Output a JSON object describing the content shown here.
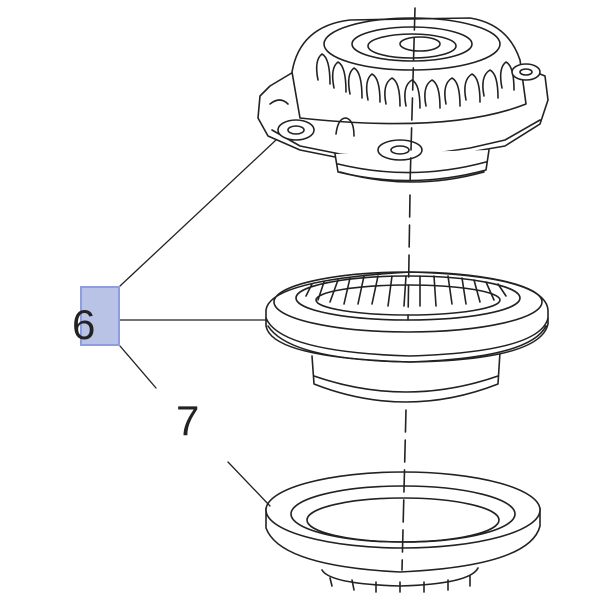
{
  "callouts": [
    {
      "id": "6",
      "label": "6",
      "highlighted": true
    },
    {
      "id": "7",
      "label": "7",
      "highlighted": false
    }
  ],
  "colors": {
    "line": "#222222",
    "highlight_fill": "#b9c3e6",
    "highlight_border": "#8f9de0",
    "background": "#ffffff"
  },
  "parts": [
    {
      "name": "strut-top-mount"
    },
    {
      "name": "strut-bearing"
    },
    {
      "name": "bearing-seat-ring"
    }
  ]
}
